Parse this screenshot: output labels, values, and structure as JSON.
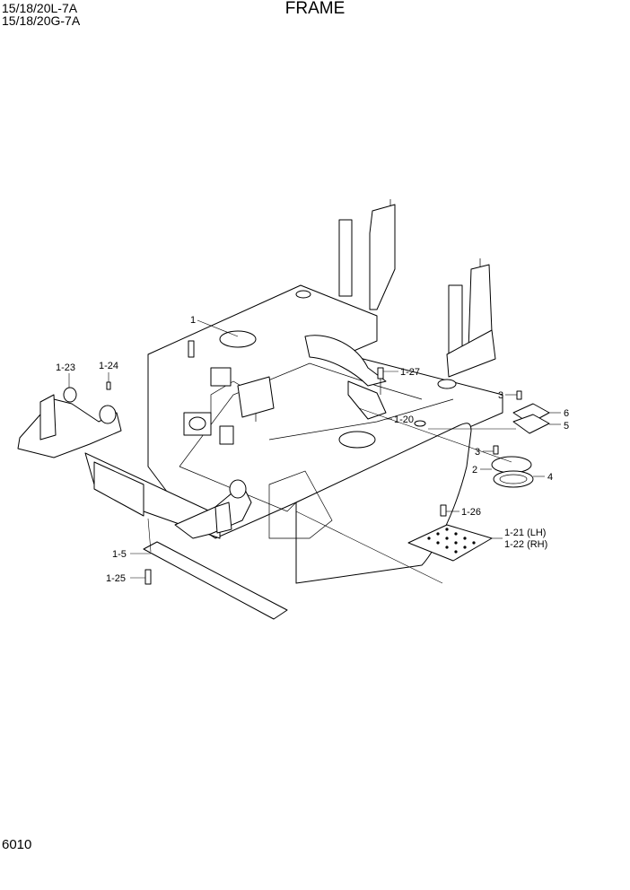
{
  "header": {
    "model_line1": "15/18/20L-7A",
    "model_line2": "15/18/20G-7A",
    "title": "FRAME"
  },
  "footer": {
    "page_number": "6010"
  },
  "callouts": {
    "c1": "1",
    "c1_23": "1-23",
    "c1_24": "1-24",
    "c1_27": "1-27",
    "c1_20": "1-20",
    "c3a": "3",
    "c6": "6",
    "c5": "5",
    "c3b": "3",
    "c2": "2",
    "c4": "4",
    "c1_26": "1-26",
    "c1_21": "1-21 (LH)",
    "c1_22": "1-22 (RH)",
    "c1_5": "1-5",
    "c1_25": "1-25"
  }
}
